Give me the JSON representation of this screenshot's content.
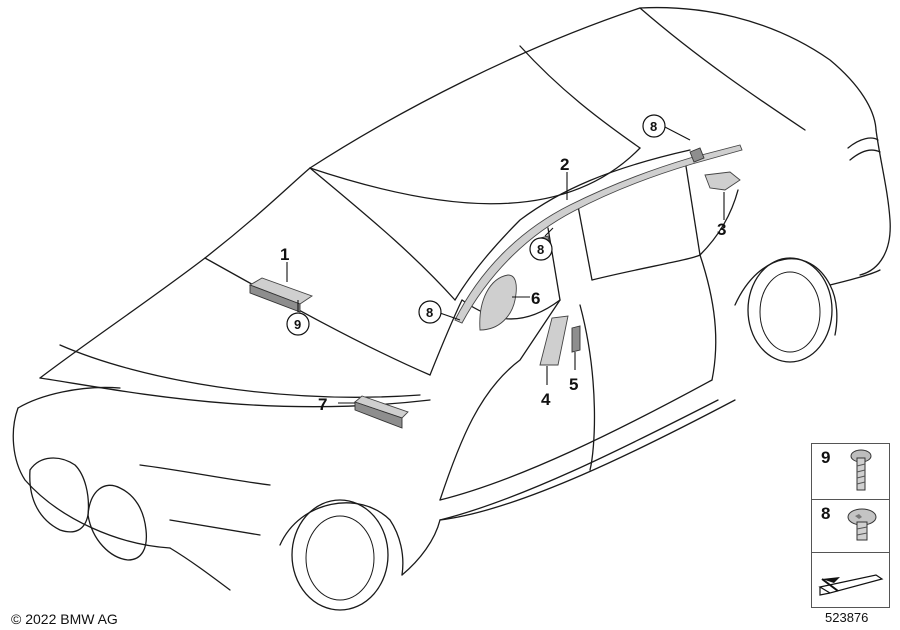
{
  "callouts": {
    "c1": "1",
    "c2": "2",
    "c3": "3",
    "c4": "4",
    "c5": "5",
    "c6": "6",
    "c7": "7",
    "c8a": "8",
    "c8b": "8",
    "c8c": "8",
    "c9": "9"
  },
  "legend": {
    "row9": "9",
    "row8": "8"
  },
  "footer": {
    "copyright": "© 2022 BMW AG",
    "image_number": "523876"
  },
  "icons": [
    "screw-icon",
    "bolt-icon",
    "arrow-icon"
  ]
}
